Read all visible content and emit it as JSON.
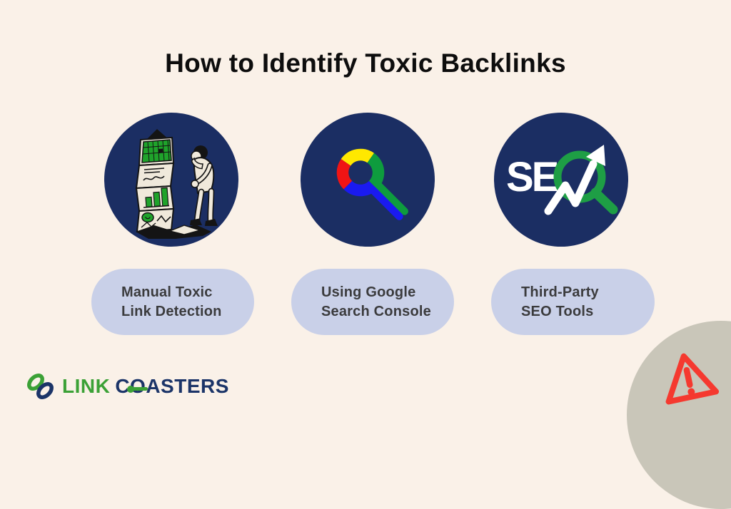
{
  "title": "How to Identify Toxic Backlinks",
  "steps": [
    {
      "line1": "Manual Toxic",
      "line2": "Link Detection",
      "icon": "manual-link-inspection-illustration"
    },
    {
      "line1": "Using Google",
      "line2": "Search Console",
      "icon": "google-colored-magnifier-icon"
    },
    {
      "line1": "Third-Party",
      "line2": "SEO Tools",
      "icon": "seo-magnifier-icon",
      "icon_text": "SE"
    }
  ],
  "brand": {
    "word1": "LINK",
    "word2": "COASTERS",
    "icon": "chain-link-icon"
  },
  "decor": {
    "corner_icon": "warning-triangle-icon"
  },
  "colors": {
    "background": "#FAF1E8",
    "circle_navy": "#1B2E63",
    "pill_lavender": "#C9D0E8",
    "title_text": "#0D0D0D",
    "pill_text": "#3B3B3D",
    "brand_green": "#3BA136",
    "brand_navy": "#1B3468",
    "warning_red": "#F5392F",
    "corner_taupe": "#C9C6B9",
    "google_red": "#F01414",
    "google_yellow": "#FFE800",
    "google_green": "#0E9C3E",
    "google_blue": "#1A1AF0",
    "seo_green": "#1E9E45",
    "chart_green": "#1FA32B",
    "paper_cream": "#F0E9DB"
  }
}
